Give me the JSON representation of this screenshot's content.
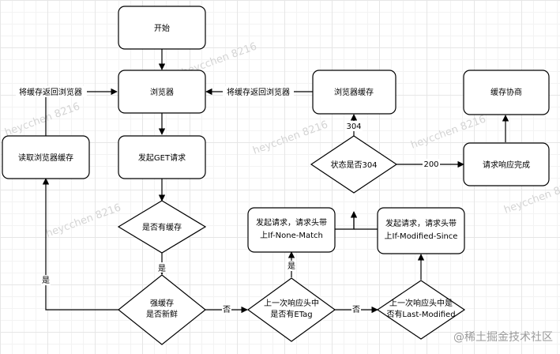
{
  "nodes": {
    "start": "开始",
    "browser": "浏览器",
    "send_get": "发起GET请求",
    "has_cache": "是否有缓存",
    "strong_cache": [
      "强缓存",
      "是否新鲜"
    ],
    "read_cache": "读取浏览器缓存",
    "etag_check": [
      "上一次响应头中",
      "是否有ETag"
    ],
    "lastmod_check": [
      "上一次响应头中是",
      "否有Last-Modified"
    ],
    "req_none_match": [
      "发起请求，请求头带",
      "上If-None-Match"
    ],
    "req_mod_since": [
      "发起请求，请求头带",
      "上If-Modified-Since"
    ],
    "status_304": "状态是否304",
    "browser_cache": "浏览器缓存",
    "request_done": "请求响应完成",
    "negotiate": "缓存协商"
  },
  "edge_labels": {
    "return_left": "将缓存返回浏览器",
    "return_middle": "将缓存返回浏览器",
    "code_304": "304",
    "code_200": "200",
    "yes_has_cache": "是",
    "yes_fresh": "是",
    "no_fresh": "否",
    "yes_etag": "是",
    "no_etag": "否"
  },
  "watermark": "heycchen 8216",
  "credit": "@稀土掘金技术社区"
}
